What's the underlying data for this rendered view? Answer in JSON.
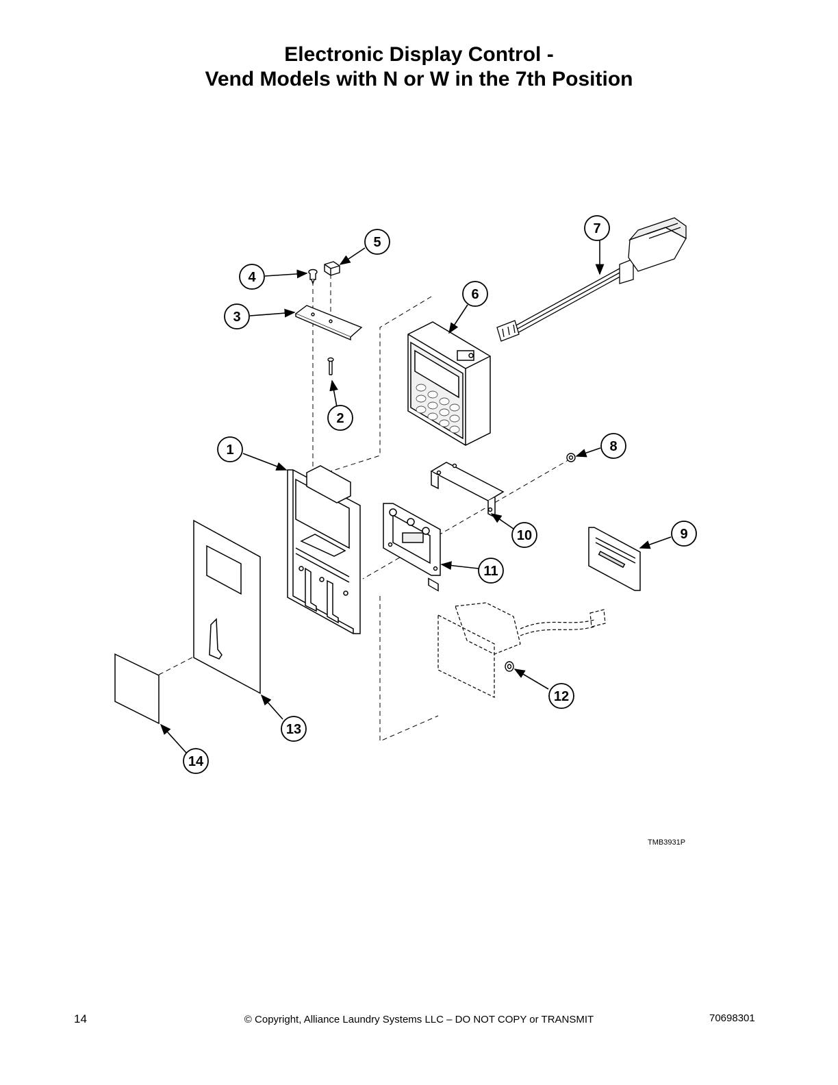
{
  "title": {
    "line1": "Electronic Display Control -",
    "line2": "Vend Models with N or W in the 7th Position"
  },
  "callouts": [
    "1",
    "2",
    "3",
    "4",
    "5",
    "6",
    "7",
    "8",
    "9",
    "10",
    "11",
    "12",
    "13",
    "14"
  ],
  "drawing_id": "TMB3931P",
  "footer": {
    "page_number": "14",
    "copyright": "© Copyright, Alliance Laundry Systems LLC – DO NOT COPY or TRANSMIT",
    "doc_number": "70698301"
  }
}
